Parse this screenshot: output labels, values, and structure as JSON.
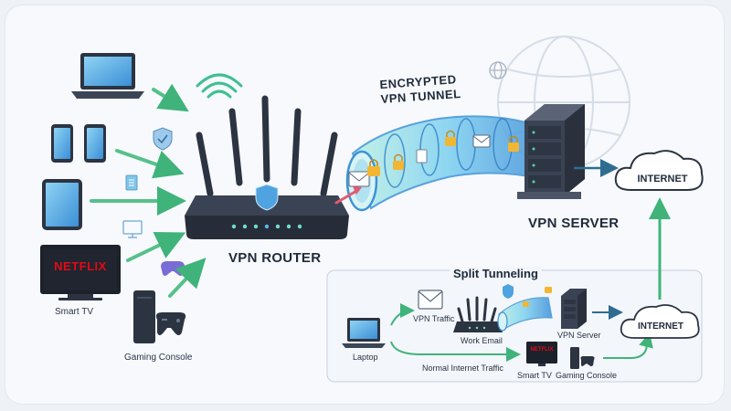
{
  "main": {
    "tunnel_title_line1": "ENCRYPTED",
    "tunnel_title_line2": "VPN TUNNEL",
    "router_label": "VPN ROUTER",
    "server_label": "VPN SERVER",
    "internet_label": "INTERNET",
    "devices": {
      "smart_tv_label": "Smart TV",
      "gaming_console_label": "Gaming Console",
      "netflix_logo": "NETFLIX"
    }
  },
  "split": {
    "title": "Split Tunneling",
    "laptop_label": "Laptop",
    "vpn_traffic_label": "VPN Traffic",
    "work_email_label": "Work Email",
    "vpn_server_label": "VPN Server",
    "internet_label": "INTERNET",
    "normal_traffic_label": "Normal Internet Traffic",
    "smart_tv_label": "Smart TV",
    "gaming_console_label": "Gaming Console",
    "netflix_logo": "NETFLIX"
  },
  "colors": {
    "arrow_green": "#3fb37a",
    "tunnel_blue": "#5ab4e6",
    "router_dark": "#2c3442",
    "device_screen": "#4a9fe0",
    "accent_pink": "#e25a73"
  }
}
